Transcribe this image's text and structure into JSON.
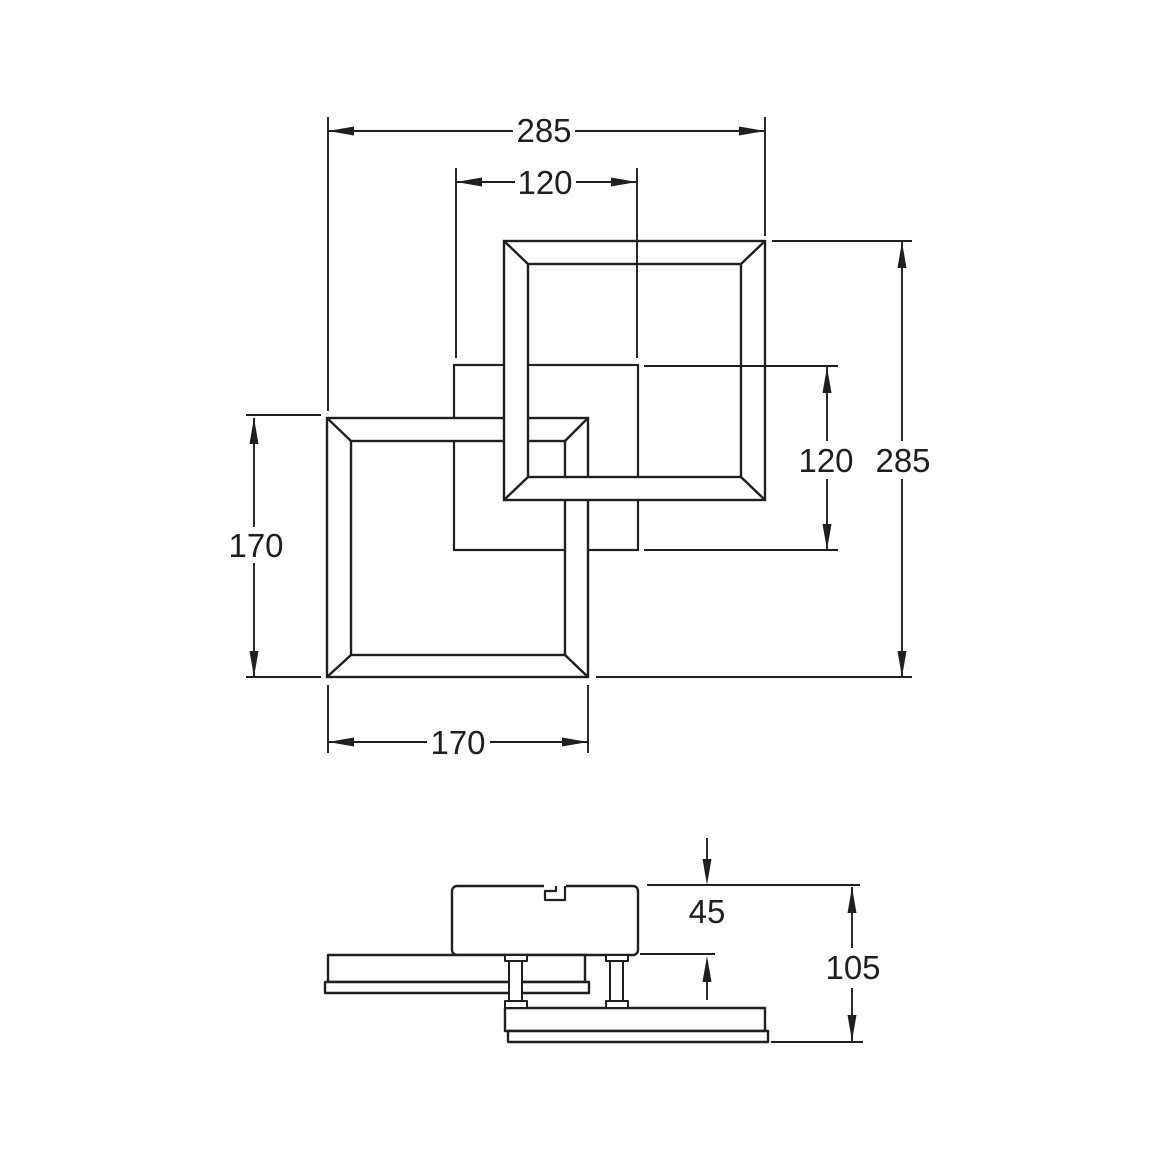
{
  "drawing": {
    "background": "#ffffff",
    "line_color": "#1f1f1f",
    "plan": {
      "total_width": "285",
      "canopy_width": "120",
      "canopy_height": "120",
      "total_height": "285",
      "frame_height": "170",
      "frame_width": "170"
    },
    "elevation": {
      "canopy_depth": "45",
      "total_depth": "105"
    }
  }
}
